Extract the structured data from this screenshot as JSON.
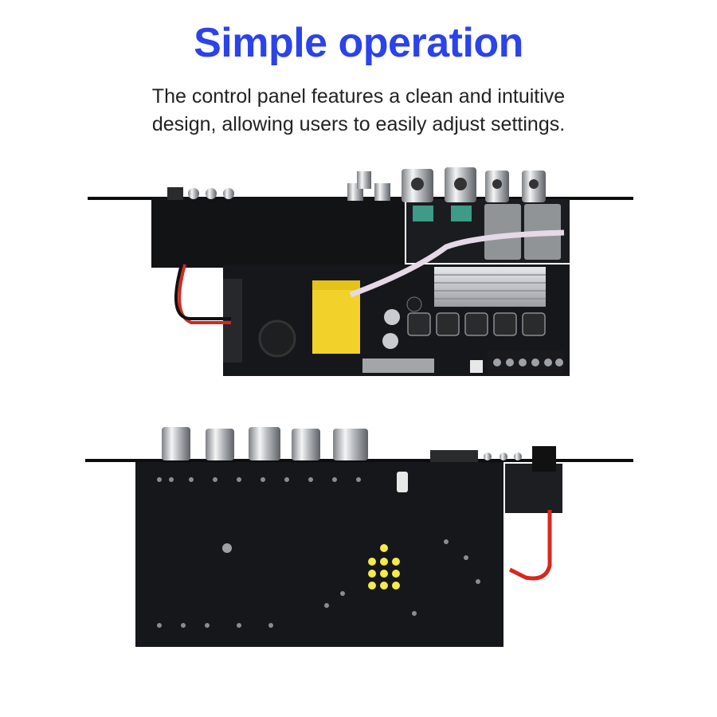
{
  "header": {
    "title": "Simple operation",
    "subtitle": "The control panel features a clean and intuitive design, allowing users to easily adjust settings."
  },
  "colors": {
    "title": "#2b43e8",
    "board": "#15171a",
    "plate": "#0c0d0f",
    "heatsink": "#c9cbd0",
    "transformer": "#f2d22a",
    "wire_red": "#d8271d",
    "led_yellow": "#f5ea4a",
    "terminal_green": "#3f9a87"
  },
  "images": {
    "top_view": "amplifier-board-top-view",
    "bottom_view": "amplifier-board-bottom-view"
  }
}
